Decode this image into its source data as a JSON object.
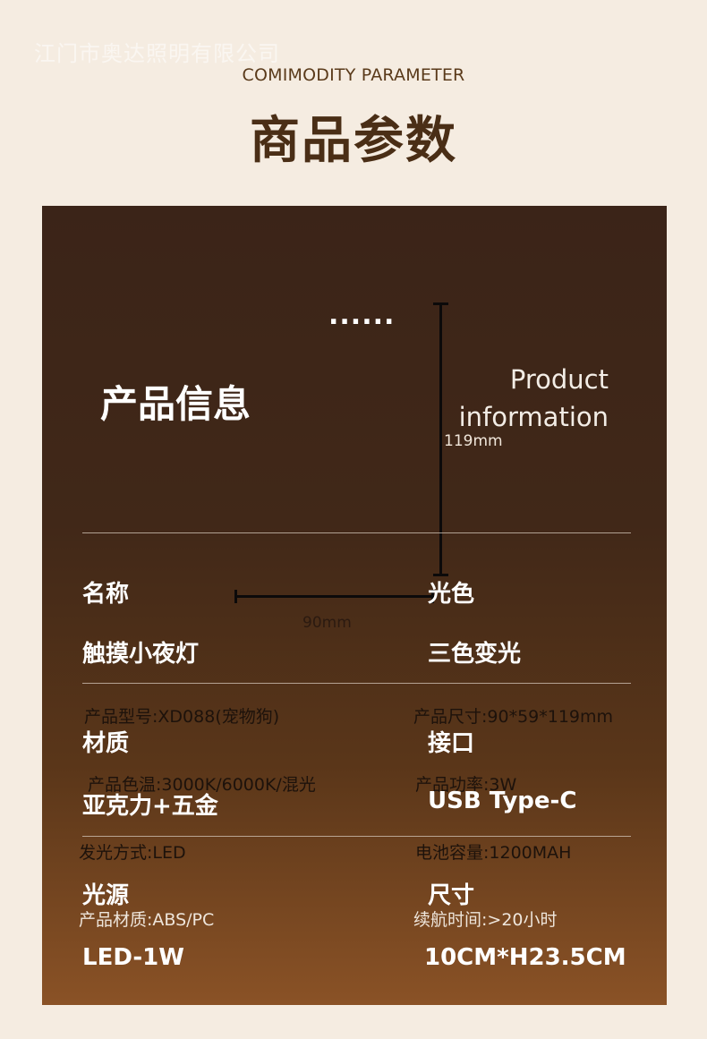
{
  "watermark": "江门市奥达照明有限公司",
  "header": {
    "subtitle": "COMIMODITY PARAMETER",
    "title": "商品参数"
  },
  "panel": {
    "dots": "......",
    "section_title": "产品信息",
    "product_information": "Product information",
    "dimension_height": "119mm",
    "dimension_width": "90mm",
    "specs": [
      {
        "label": "名称",
        "value": "触摸小夜灯"
      },
      {
        "label": "光色",
        "value": "三色变光"
      },
      {
        "label": "材质",
        "value": "亚克力+五金"
      },
      {
        "label": "接口",
        "value": "USB Type-C"
      },
      {
        "label": "光源",
        "value": "LED-1W"
      },
      {
        "label": "尺寸",
        "value": "10CM*H23.5CM"
      }
    ],
    "overlay_text": [
      "产品型号:XD088(宠物狗)",
      "产品尺寸:90*59*119mm",
      "产品色温:3000K/6000K/混光",
      "产品功率:3W",
      "发光方式:LED",
      "电池容量:1200MAH",
      "产品材质:ABS/PC",
      "续航时间:>20小时"
    ]
  }
}
